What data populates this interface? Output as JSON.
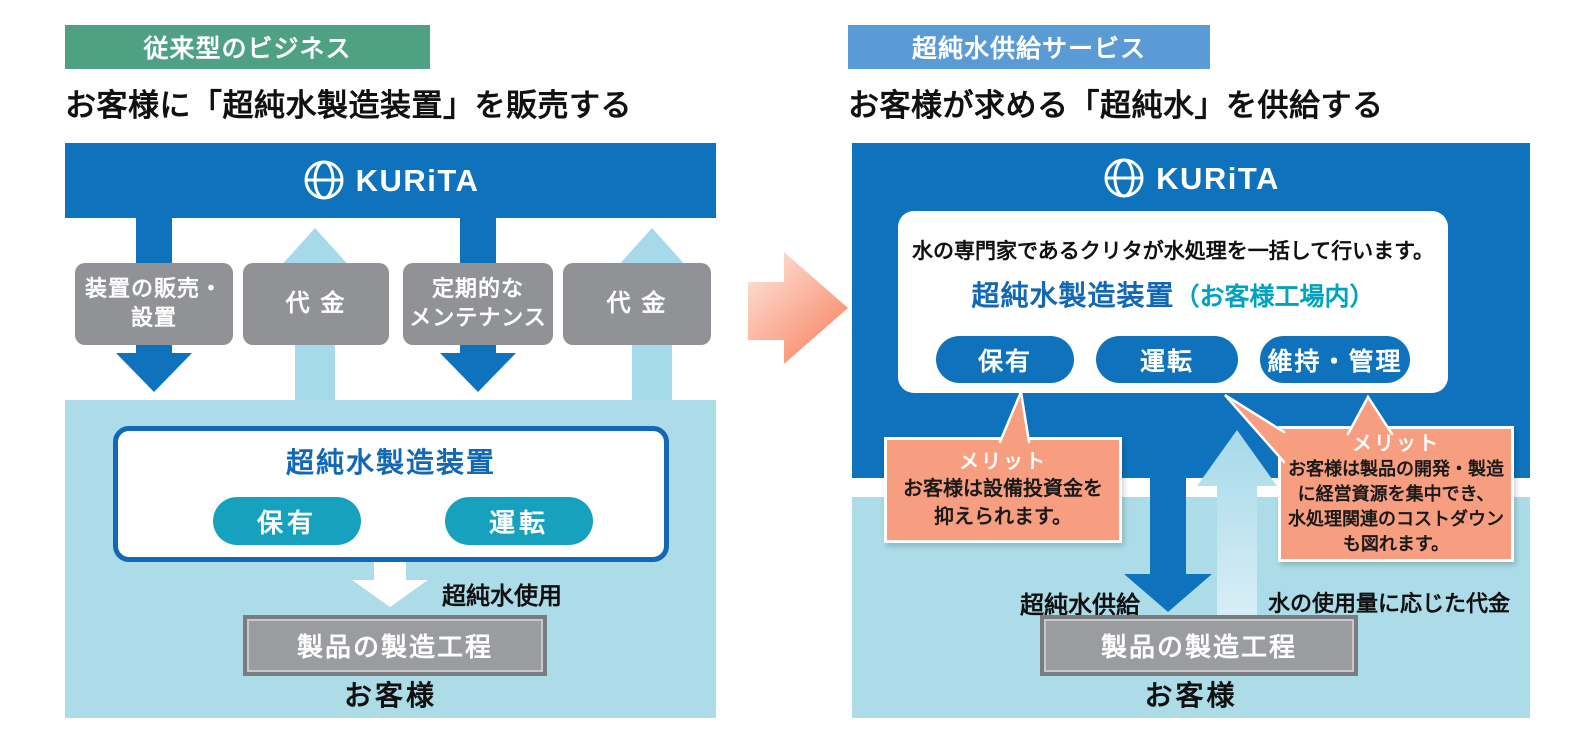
{
  "colors": {
    "dark_blue": "#0E73BC",
    "light_blue_arrow": "#A6D9E9",
    "customer_bg": "#ABDCE8",
    "gray_box": "#909295",
    "teal_pill": "#16A2BE",
    "green_badge": "#4EA183",
    "blue_badge": "#5B9BD5",
    "salmon_callout": "#F89E80",
    "blue_heading": "#1268B4",
    "teal_heading": "#00A3BF"
  },
  "left": {
    "badge": "従来型のビジネス",
    "title": "お客様に「超純水製造装置」を販売する",
    "brand": "KURiTA",
    "flow_boxes": [
      "装置の販売・\n設置",
      "代 金",
      "定期的な\nメンテナンス",
      "代 金"
    ],
    "equipment_title": "超純水製造装置",
    "pills": [
      "保有",
      "運転"
    ],
    "usage_label": "超純水使用",
    "process_label": "製品の製造工程",
    "customer_label": "お客様"
  },
  "right": {
    "badge": "超純水供給サービス",
    "title": "お客様が求める「超純水」を供給する",
    "brand": "KURiTA",
    "service_note": "水の専門家であるクリタが水処理を一括して行います。",
    "equipment_title": "超純水製造装置",
    "equipment_location": "（お客様工場内）",
    "pills": [
      "保有",
      "運転",
      "維持・管理"
    ],
    "callout_left": {
      "title": "メリット",
      "body": "お客様は設備投資金を\n抑えられます。"
    },
    "callout_right": {
      "title": "メリット",
      "body": "お客様は製品の開発・製造\nに経営資源を集中でき、\n水処理関連のコストダウン\nも図れます。"
    },
    "supply_label": "超純水供給",
    "payment_label": "水の使用量に応じた代金",
    "process_label": "製品の製造工程",
    "customer_label": "お客様"
  }
}
